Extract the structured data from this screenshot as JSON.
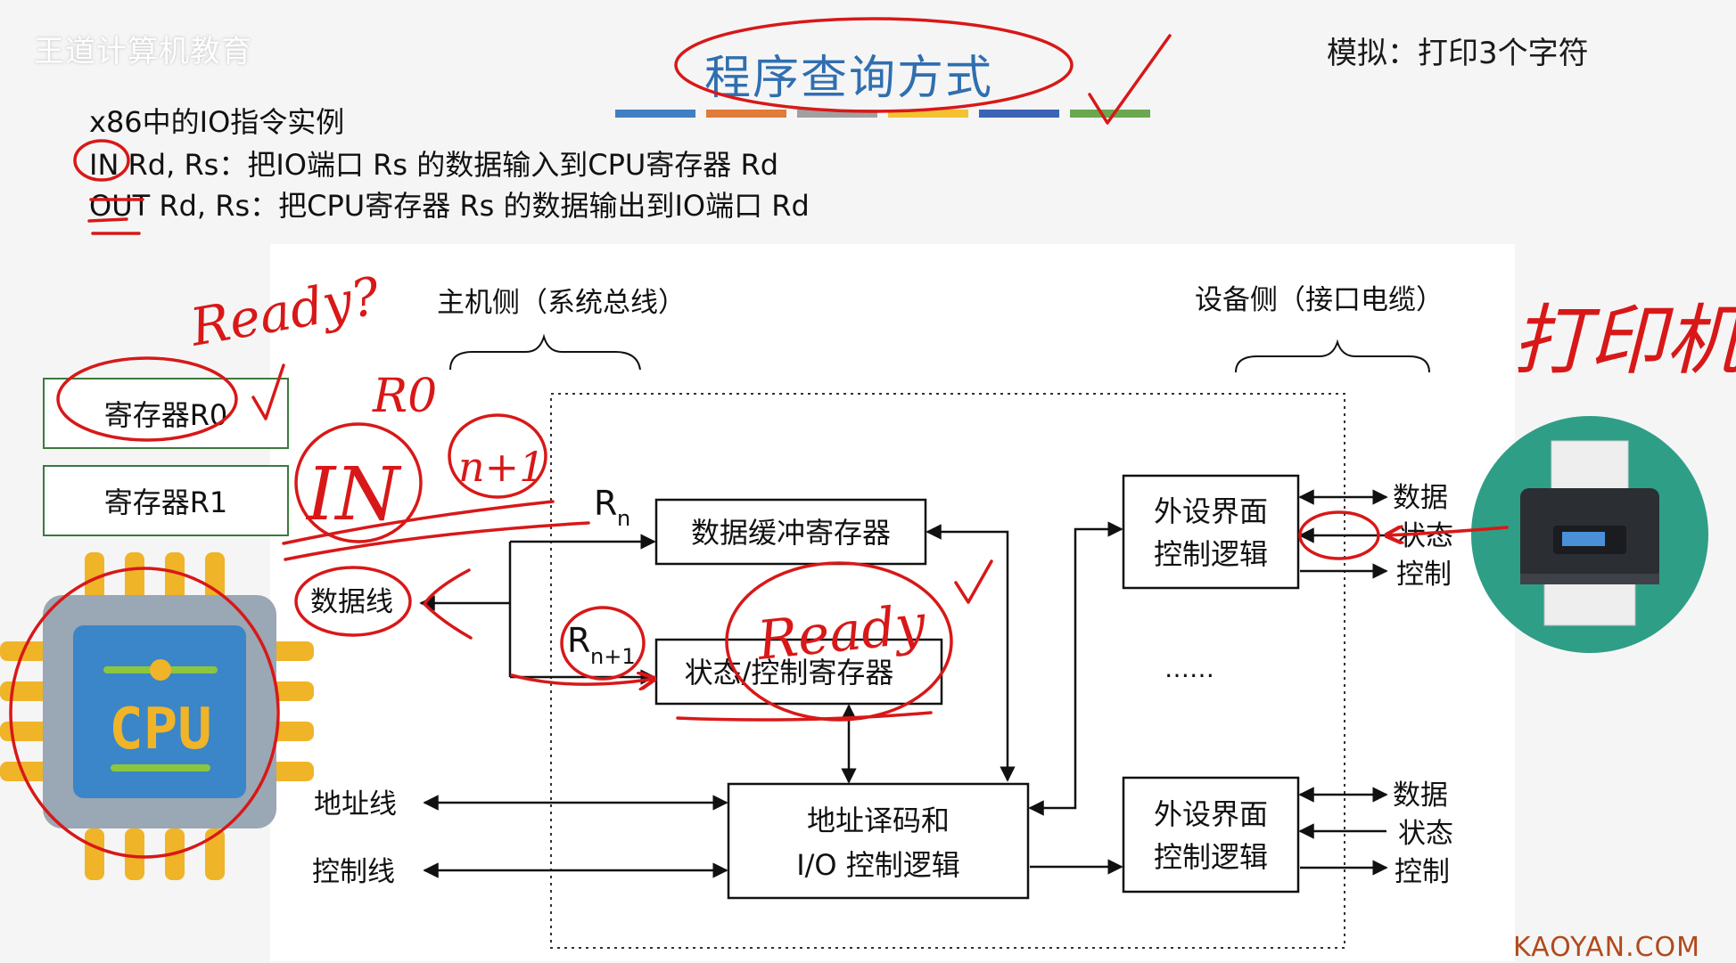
{
  "watermark": "王道计算机教育",
  "slide_title": "程序查询方式",
  "top_right_note": "模拟：打印3个字符",
  "io_example": {
    "heading": "x86中的IO指令实例",
    "in_line": "IN Rd, Rs：把IO端口 Rs 的数据输入到CPU寄存器 Rd",
    "out_line": "OUT Rd, Rs：把CPU寄存器 Rs 的数据输出到IO端口 Rd"
  },
  "registers": [
    "寄存器R0",
    "寄存器R1"
  ],
  "cpu_label": "CPU",
  "diagram": {
    "host_side": "主机侧（系统总线）",
    "device_side": "设备侧（接口电缆）",
    "port_n": "R",
    "port_n_sub": "n",
    "port_n1": "R",
    "port_n1_sub": "n+1",
    "data_buffer": "数据缓冲寄存器",
    "status_control": "状态/控制寄存器",
    "addr_decode_1": "地址译码和",
    "addr_decode_2": "I/O 控制逻辑",
    "device_if_1": "外设界面",
    "device_if_2": "控制逻辑",
    "bus_data": "数据线",
    "bus_addr": "地址线",
    "bus_ctrl": "控制线",
    "signal_data": "数据",
    "signal_status": "状态",
    "signal_ctrl": "控制",
    "ellipsis": "……"
  },
  "annotations": {
    "ready_q": "Ready?",
    "r0": "R0",
    "in": "IN",
    "n1": "n+1",
    "ready": "Ready",
    "printer": "打印机"
  },
  "site_mark": "KAOYAN.COM",
  "colors": {
    "title": "#2f6fb0",
    "handwriting": "#d81818",
    "register_border": "#3b7a3b",
    "cpu_body": "#3a86c8",
    "cpu_text": "#f0b428",
    "printer_bg": "#2f9e86",
    "color_bar": [
      "#3f7fc4",
      "#e07b39",
      "#a0a0a0",
      "#f2c230",
      "#3b63b8",
      "#6aa84f"
    ]
  }
}
